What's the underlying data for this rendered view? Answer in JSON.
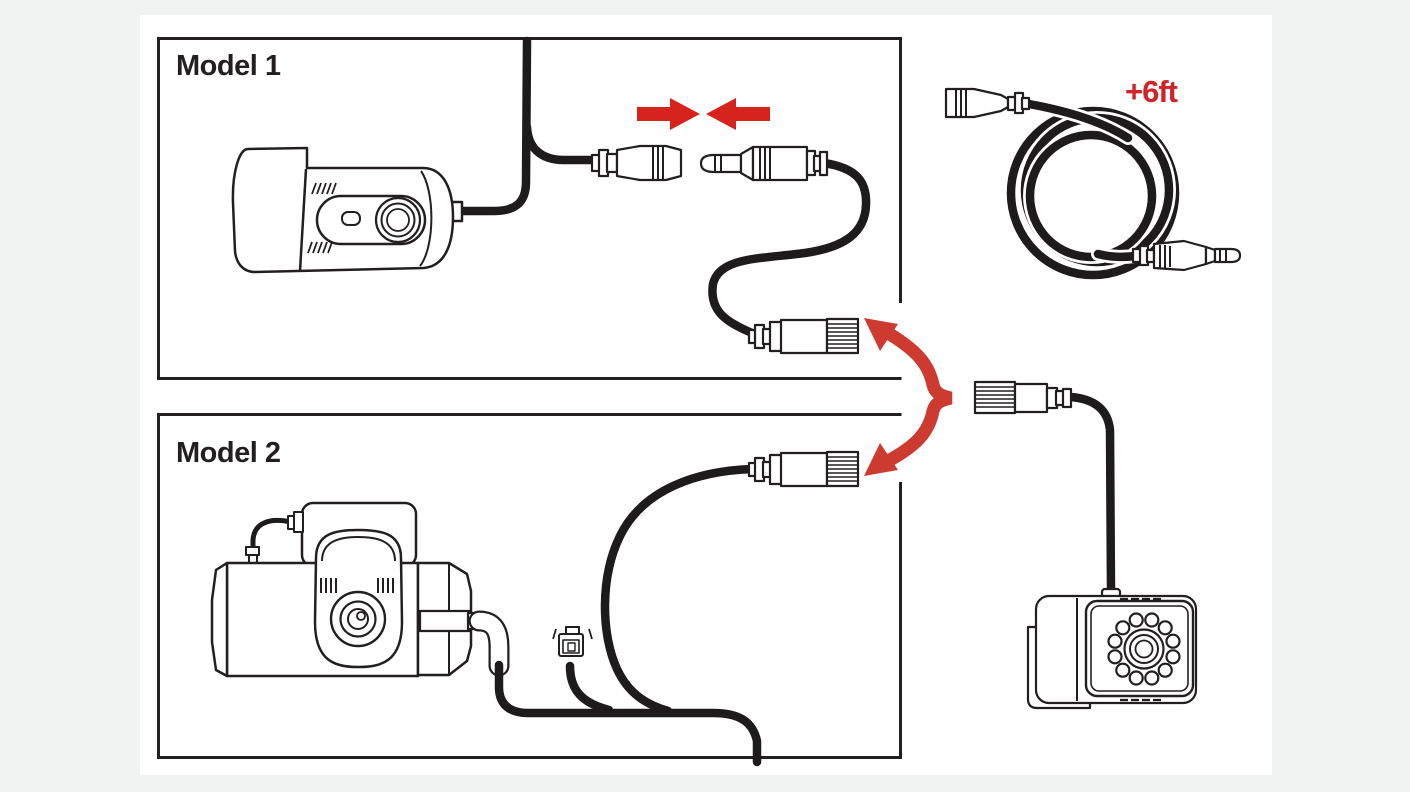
{
  "diagram": {
    "type": "dashcam rear-camera extension cable connection diagram",
    "panels": {
      "model1": {
        "label": "Model 1"
      },
      "model2": {
        "label": "Model 2"
      }
    },
    "extension_cable": {
      "label": "+6ft"
    },
    "colors": {
      "page_background": "#f1f2f2",
      "sheet_background": "#ffffff",
      "outline_black": "#231f20",
      "cable_black": "#1d1b1c",
      "arrow_red": "#d6231e",
      "brace_red": "#cd3a30",
      "label_red": "#d0232a"
    },
    "icons": {
      "model1_dashcam": "dashcam-side-view-illustration",
      "model2_dashcam": "dashcam-with-mount-illustration",
      "female_jack": "female-3.5mm-jack-connector",
      "male_plug": "male-3.5mm-plug-connector",
      "camera_input_connector": "threaded-barrel-connector",
      "rear_camera": "infrared-rear-camera-illustration",
      "plug_arrows": "push-together-arrows",
      "brace": "connects-to-either-model-brace-arrow",
      "coiled_cable": "coiled-extension-cable"
    }
  }
}
